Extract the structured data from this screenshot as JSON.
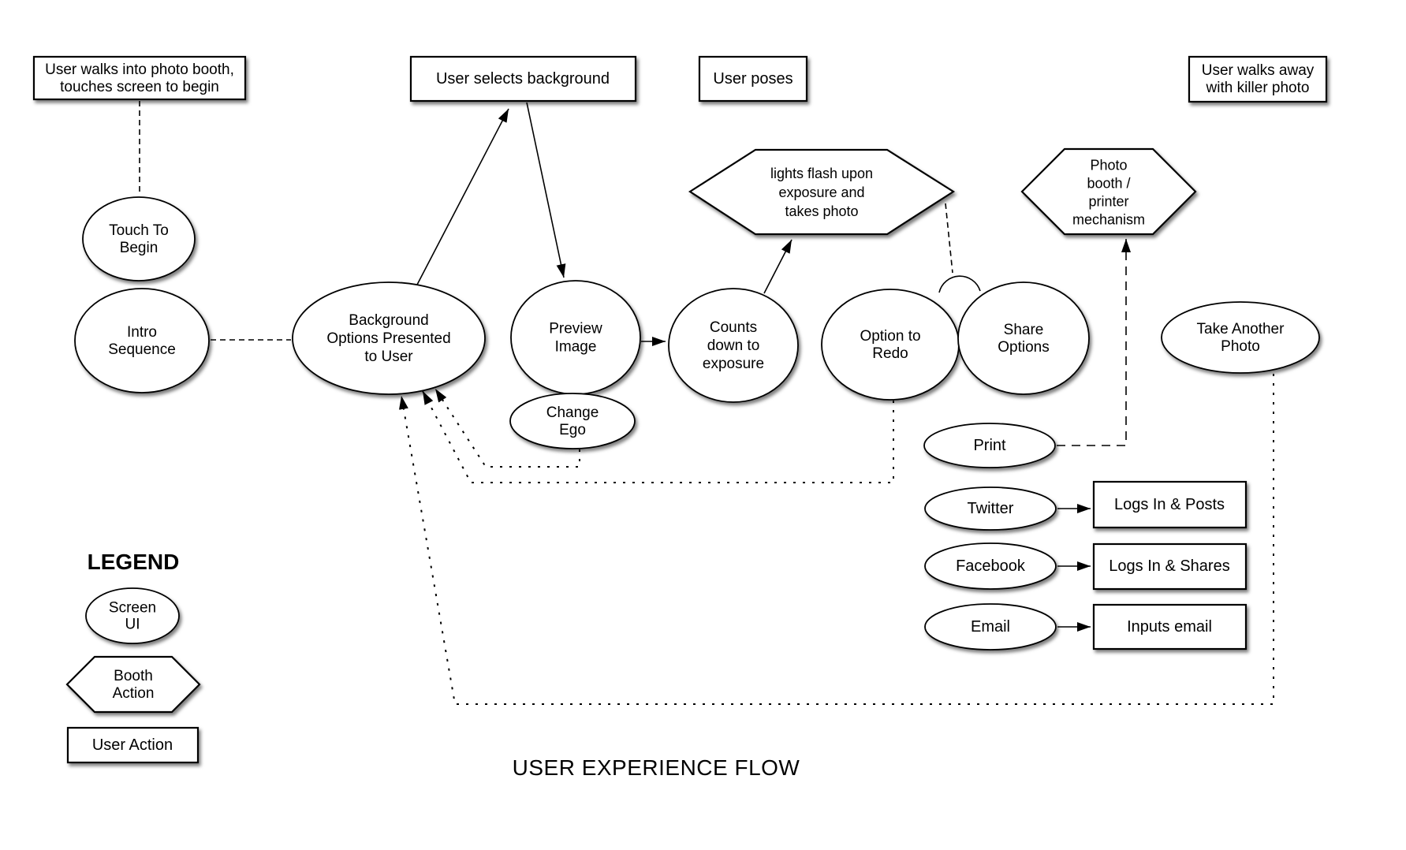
{
  "diagram": {
    "title": "USER EXPERIENCE FLOW",
    "colors": {
      "ink": "#000000",
      "paper": "#ffffff"
    },
    "boxes": {
      "walk_in": "User walks into photo booth,\ntouches screen to begin",
      "select_background": "User selects background",
      "user_poses": "User poses",
      "walk_away": "User walks away\nwith killer photo",
      "logs_in_posts": "Logs In & Posts",
      "logs_in_shares": "Logs In & Shares",
      "inputs_email": "Inputs email"
    },
    "booth_actions": {
      "lights_flash": "lights flash upon\nexposure and\ntakes photo",
      "photo_booth_printer": "Photo\nbooth /\nprinter\nmechanism"
    },
    "screens": {
      "touch_to_begin": "Touch To\nBegin",
      "intro_sequence": "Intro\nSequence",
      "background_options": "Background\nOptions Presented\nto User",
      "preview_image": "Preview\nImage",
      "change_ego": "Change\nEgo",
      "counts_down": "Counts\ndown to\nexposure",
      "option_to_redo": "Option to\nRedo",
      "share_options": "Share\nOptions",
      "take_another": "Take Another\nPhoto",
      "print": "Print",
      "twitter": "Twitter",
      "facebook": "Facebook",
      "email": "Email"
    },
    "legend": {
      "heading": "LEGEND",
      "screen_ui": "Screen\nUI",
      "booth_action": "Booth\nAction",
      "user_action": "User Action"
    }
  }
}
